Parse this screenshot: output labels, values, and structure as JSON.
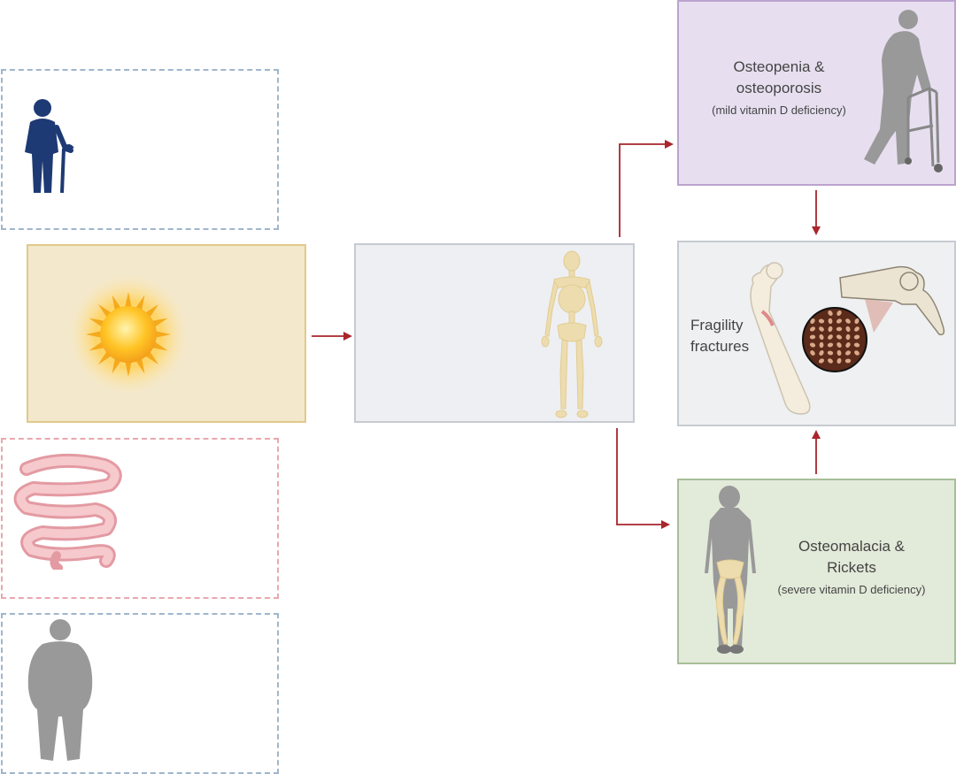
{
  "osteopenia": {
    "title_line1": "Osteopenia &",
    "title_line2": "osteoporosis",
    "subtitle": "(mild vitamin D deficiency)"
  },
  "fracture": {
    "line1": "Fragility",
    "line2": "fractures"
  },
  "osteomalacia": {
    "title_line1": "Osteomalacia &",
    "title_line2": "Rickets",
    "subtitle": "(severe vitamin D deficiency)"
  },
  "icons": {
    "elderly": "elderly-person-with-cane-icon",
    "sun": "sun-icon",
    "intestine": "intestine-icon",
    "obese": "obese-person-icon",
    "skeleton": "skeleton-icon",
    "walker": "person-with-walker-icon",
    "bones": "femur-and-vertebra-icon",
    "child": "child-with-bowed-legs-icon"
  },
  "colors": {
    "arrow": "#a8262c",
    "dashed_blue": "#9fb6cc",
    "dashed_pink": "#e8a8ae",
    "sun_box_fill": "#f3e8cc",
    "sun_box_border": "#e2c98c",
    "skeleton_box_fill": "#edeff2",
    "purple_fill": "#e7dff0",
    "purple_border": "#bca3cf",
    "gray_fill": "#eef0f2",
    "green_fill": "#e2ead9",
    "green_border": "#a7bf98",
    "bone": "#eddcae",
    "silhouette": "#999999",
    "navy": "#1e3a74"
  }
}
